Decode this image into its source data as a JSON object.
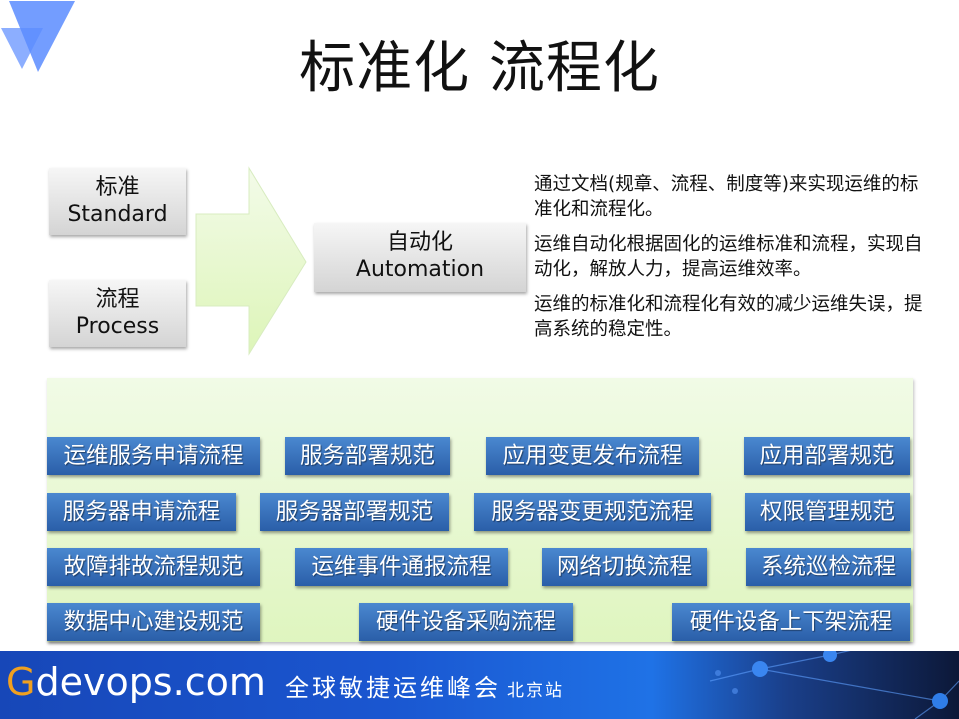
{
  "slide": {
    "title": "标准化 流程化",
    "left_boxes": [
      {
        "cn": "标准",
        "en": "Standard"
      },
      {
        "cn": "流程",
        "en": "Process"
      }
    ],
    "result_box": {
      "cn": "自动化",
      "en": "Automation"
    },
    "description": [
      "通过文档(规章、流程、制度等)来实现运维的标准化和流程化。",
      "运维自动化根据固化的运维标准和流程，实现自动化，解放人力，提高运维效率。",
      "运维的标准化和流程化有效的减少运维失误，提高系统的稳定性。"
    ],
    "tags": [
      [
        "运维服务申请流程",
        "服务部署规范",
        "应用变更发布流程",
        "应用部署规范"
      ],
      [
        "服务器申请流程",
        "服务器部署规范",
        "服务器变更规范流程",
        "权限管理规范"
      ],
      [
        "故障排故流程规范",
        "运维事件通报流程",
        "网络切换流程",
        "系统巡检流程"
      ],
      [
        "数据中心建设规范",
        "硬件设备采购流程",
        "硬件设备上下架流程"
      ]
    ]
  },
  "footer": {
    "brand_g": "G",
    "brand_rest": "devops.com",
    "slogan": "全球敏捷运维峰会",
    "city": "北京站"
  },
  "colors": {
    "tag_blue": "#2f6bb8",
    "panel_green": "#e6f7cc",
    "footer_blue": "#1a56d0",
    "logo_blue": "#5b8cff",
    "brand_orange": "#f0a020"
  }
}
